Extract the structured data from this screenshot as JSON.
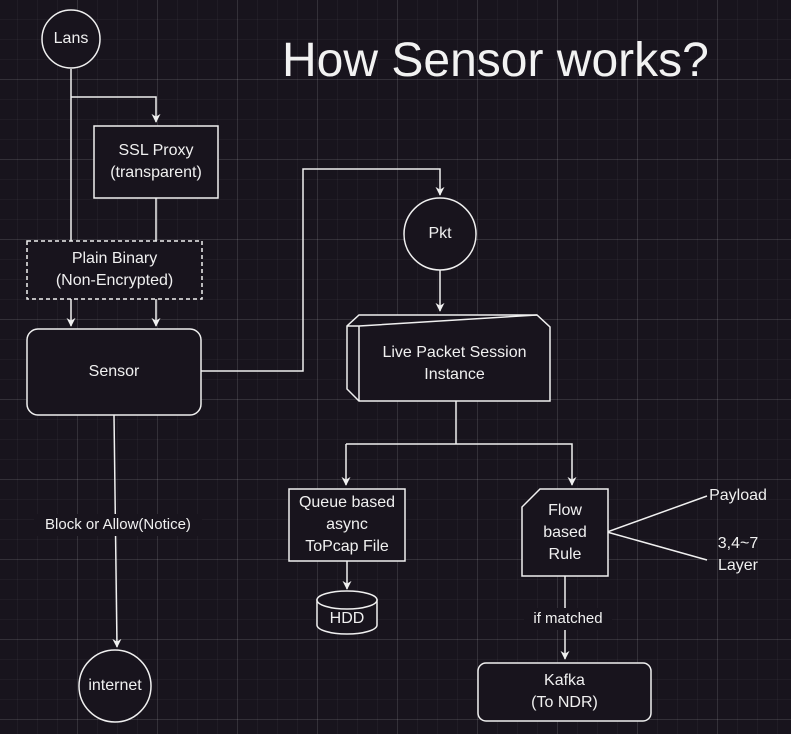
{
  "title": "How Sensor works?",
  "nodes": {
    "lans": "Lans",
    "ssl_proxy": "SSL Proxy\n(transparent)",
    "plain_binary": "Plain Binary\n(Non-Encrypted)",
    "sensor": "Sensor",
    "internet": "internet",
    "pkt": "Pkt",
    "live_session": "Live Packet Session\nInstance",
    "queue": "Queue based\nasync\nToPcap File",
    "hdd": "HDD",
    "flow_rule": "Flow\nbased\nRule",
    "payload": "Payload",
    "layer": "3,4~7\nLayer",
    "kafka": "Kafka\n(To NDR)"
  },
  "edge_labels": {
    "block_allow": "Block or Allow(Notice)",
    "if_matched": "if matched"
  },
  "colors": {
    "background": "#18141d",
    "stroke": "#f0f0f0",
    "text": "#f0f0f0"
  }
}
